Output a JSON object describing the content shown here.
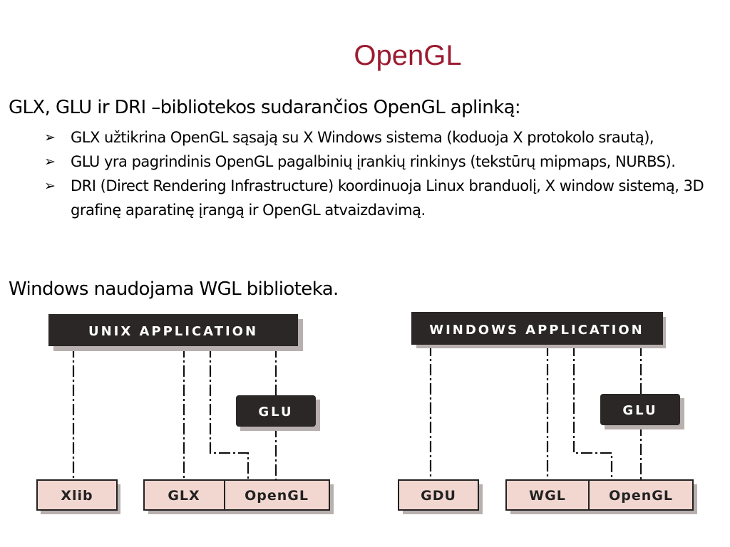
{
  "slide": {
    "title": "OpenGL",
    "intro": "GLX, GLU ir DRI –bibliotekos sudarančios OpenGL aplinką:",
    "bullet_icon": "arrow-bullet-icon",
    "bullets": [
      "GLX užtikrina OpenGL sąsają su X Windows sistema (koduoja X protokolo srautą),",
      "GLU yra pagrindinis OpenGL pagalbinių įrankių rinkinys (tekstūrų mipmaps, NURBS).",
      "DRI (Direct Rendering Infrastructure) koordinuoja Linux branduolį, X window sistemą, 3D grafinę aparatinę įrangą ir OpenGL atvaizdavimą."
    ],
    "outro": "Windows naudojama WGL biblioteka.",
    "title_color": "#9b1b30"
  },
  "diagrams": {
    "unix": {
      "app": "UNIX APPLICATION",
      "glu": "GLU",
      "xlib": "Xlib",
      "glx": "GLX",
      "opengl": "OpenGL"
    },
    "windows": {
      "app": "WINDOWS APPLICATION",
      "glu": "GLU",
      "gdu": "GDU",
      "wgl": "WGL",
      "opengl": "OpenGL"
    }
  }
}
